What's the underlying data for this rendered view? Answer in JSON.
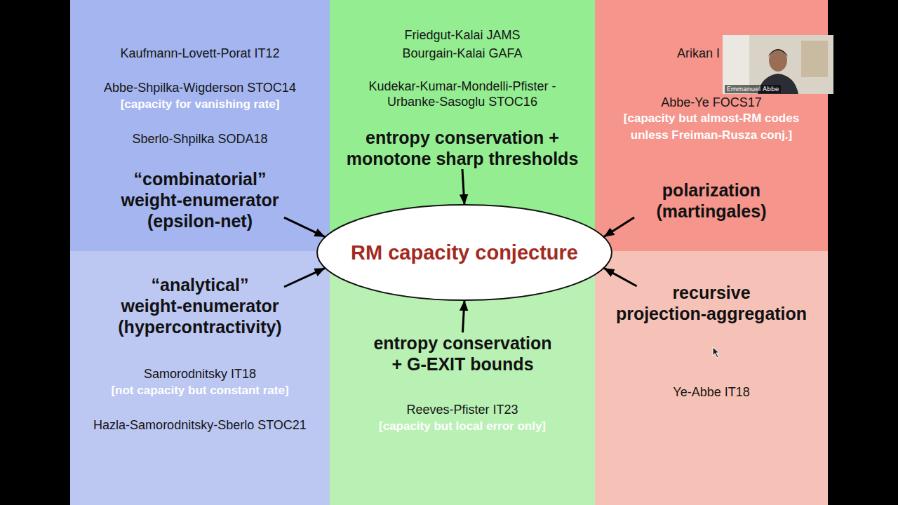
{
  "diagram": {
    "nodes": [
      {
        "text": [
          "Kaufmann-Lovett-Porat IT12",
          "Abbe-Shpilka-Wigderson STOC14",
          "[capacity for vanishing rate]",
          "Sberlo-Shpilka SODA18"
        ]
      },
      {
        "text": [
          "“combinatorial” weight-enumerator (epsilon-net)"
        ],
        "in": 0
      },
      {
        "text": [
          "Friedgut-Kalai JAMS",
          "Bourgain-Kalai GAFA",
          "Kudekar-Kumar-Mondelli-Pfister -Urbanke-Sasoglu STOC16"
        ]
      },
      {
        "text": [
          "entropy conservation + monotone sharp thresholds"
        ],
        "in": 2
      },
      {
        "text": [
          "Arikan I",
          "Abbe-Ye FOCS17",
          "[capacity but almost-RM codes unless Freiman-Rusza conj.]"
        ]
      },
      {
        "text": [
          "polarization (martingales)"
        ],
        "in": 4
      },
      {
        "text": [
          "RM capacity conjecture"
        ]
      },
      {
        "text": [
          "Samorodnitsky IT18",
          "[not capacity but constant rate]",
          "Hazla-Samorodnitsky-Sberlo STOC21"
        ]
      },
      {
        "text": [
          "“analytical” weight-enumerator (hypercontractivity)"
        ],
        "in": 7
      },
      {
        "text": [
          "Reeves-Pfister IT23",
          "[capacity but local error only]"
        ]
      },
      {
        "text": [
          "entropy conservation + G-EXIT bounds"
        ],
        "in": 9
      },
      {
        "text": [
          "Ye-Abbe IT18"
        ]
      },
      {
        "text": [
          "recursive projection-aggregation"
        ],
        "in": 11
      }
    ],
    "edges": [
      {
        "from": 1,
        "to": 6,
        "arrow": "to"
      },
      {
        "from": 3,
        "to": 6,
        "arrow": "to"
      },
      {
        "from": 5,
        "to": 6,
        "arrow": "to"
      },
      {
        "from": 8,
        "to": 6,
        "arrow": "to"
      },
      {
        "from": 10,
        "to": 6,
        "arrow": "to"
      },
      {
        "from": 12,
        "to": 6,
        "arrow": "to"
      }
    ],
    "labels": [
      "Emmanuel Abbe"
    ]
  }
}
